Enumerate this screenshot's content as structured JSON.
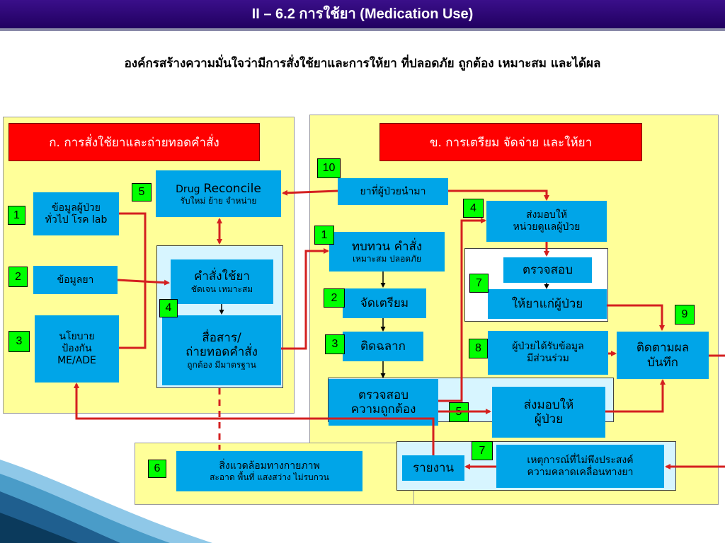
{
  "title": "II – 6.2 การใช้ยา (Medication Use)",
  "subtitle": "องค์กรสร้างความมั่นใจว่ามีการสั่งใช้ยาและการให้ยา ที่ปลอดภัย ถูกต้อง เหมาะสม และได้ผล",
  "colors": {
    "title_bar": "#2b0a6e",
    "panel": "#ffff99",
    "box": "#00a5e8",
    "header": "#ff0000",
    "badge": "#00ff00",
    "arrow": "#d42020"
  },
  "section_a": {
    "header": "ก. การสั่งใช้ยาและถ่ายทอดคำสั่ง",
    "patient_info": {
      "line1": "ข้อมูลผู้ป่วย",
      "line2": "ทั่วไป โรค lab"
    },
    "drug_info": "ข้อมูลยา",
    "policy": {
      "line1": "นโยบาย",
      "line2": "ป้องกัน",
      "line3": "ME/ADE"
    },
    "reconcile": {
      "word1": "Drug",
      "word2": "Reconcile",
      "line2": "รับใหม่ ย้าย จำหน่าย"
    },
    "order": {
      "line1": "คำสั่งใช้ยา",
      "line2": "ชัดเจน เหมาะสม"
    },
    "transmit": {
      "line1": "สื่อสาร/",
      "line2": "ถ่ายทอดคำสั่ง",
      "line3": "ถูกต้อง มีมาตรฐาน"
    }
  },
  "section_b": {
    "header": "ข. การเตรียม จัดจ่าย และให้ยา",
    "home_meds": "ยาที่ผู้ป่วยนำมา",
    "review": {
      "line1": "ทบทวน คำสั่ง",
      "line2": "เหมาะสม ปลอดภัย"
    },
    "prepare": "จัดเตรียม",
    "label": "ติดฉลาก",
    "verify": {
      "line1": "ตรวจสอบ",
      "line2": "ความถูกต้อง"
    },
    "deliver_unit": {
      "line1": "ส่งมอบให้",
      "line2": "หน่วยดูแลผู้ป่วย"
    },
    "check": "ตรวจสอบ",
    "administer": "ให้ยาแก่ผู้ป่วย",
    "patient_engage": {
      "line1": "ผู้ป่วยได้รับข้อมูล",
      "line2": "มีส่วนร่วม"
    },
    "monitor": {
      "line1": "ติดตามผล",
      "line2": "บันทึก"
    },
    "deliver_patient": {
      "line1": "ส่งมอบให้",
      "line2": "ผู้ป่วย"
    },
    "report": "รายงาน",
    "adverse": {
      "line1": "เหตุการณ์ที่ไม่พึงประสงค์",
      "line2": "ความคลาดเคลื่อนทางยา"
    }
  },
  "environment": {
    "line1": "สิ่งแวดล้อมทางกายภาพ",
    "line2": "สะอาด พื้นที่ แสงสว่าง ไม่รบกวน"
  },
  "badges": {
    "a_patient": "1",
    "a_drug": "2",
    "a_policy": "3",
    "a_transmit": "4",
    "a_reconcile": "5",
    "env": "6",
    "b_home": "10",
    "b_review": "1",
    "b_prepare": "2",
    "b_label": "3",
    "b_deliver": "4",
    "b_check": "7",
    "b_engage": "8",
    "b_monitor": "9",
    "b_dpatient": "5",
    "b_adverse": "7"
  }
}
